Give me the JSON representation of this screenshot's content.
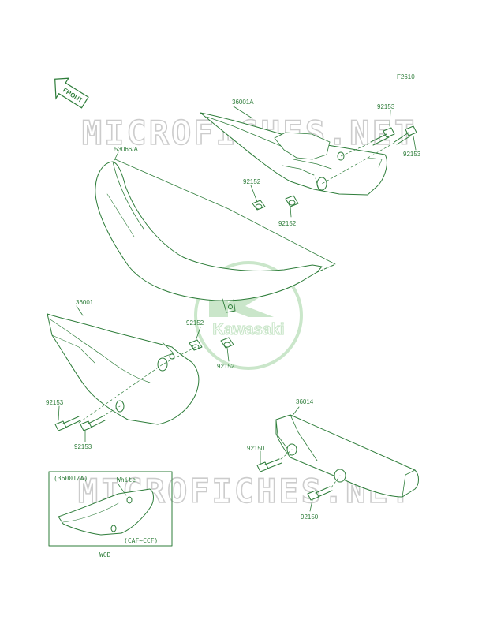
{
  "colors": {
    "line": "#2e7d3a",
    "fill": "#ffffff",
    "watermark": "#d3d3d3",
    "logo": "#9fd39f"
  },
  "figure_code": "F2610",
  "direction_label": "FRONT",
  "watermarks": [
    "MICROFICHES.NET",
    "MICROFICHES.NET"
  ],
  "logo_text": "Kawasaki",
  "parts": {
    "tail_cover_a": "36001A",
    "seat": "53066/A",
    "left_cover": "36001",
    "guard": "36014",
    "bolt_92153_a": "92153",
    "bolt_92153_b": "92153",
    "bolt_92153_c": "92153",
    "bolt_92153_d": "92153",
    "damper_92152_a": "92152",
    "damper_92152_b": "92152",
    "damper_92152_c": "92152",
    "damper_92152_d": "92152",
    "bolt_92150_a": "92150",
    "bolt_92150_b": "92150"
  },
  "inset": {
    "part_label": "(36001/A)",
    "color_label": "White",
    "model_label": "(CAF~CCF)",
    "caption": "WOD"
  }
}
